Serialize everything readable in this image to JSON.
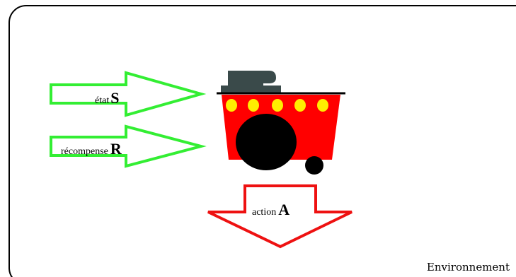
{
  "environment": {
    "label": "Environnement"
  },
  "inputs": {
    "state": {
      "word": "état",
      "symbol": "S"
    },
    "reward": {
      "word": "récompense",
      "symbol": "R"
    }
  },
  "output": {
    "action": {
      "word": "action",
      "symbol": "A"
    }
  },
  "colors": {
    "input_arrow": "#33ee33",
    "output_arrow": "#ee1111",
    "robot_body": "#ff0000",
    "robot_lights": "#ffee00",
    "robot_top": "#3a4a4a",
    "border": "#000000"
  }
}
